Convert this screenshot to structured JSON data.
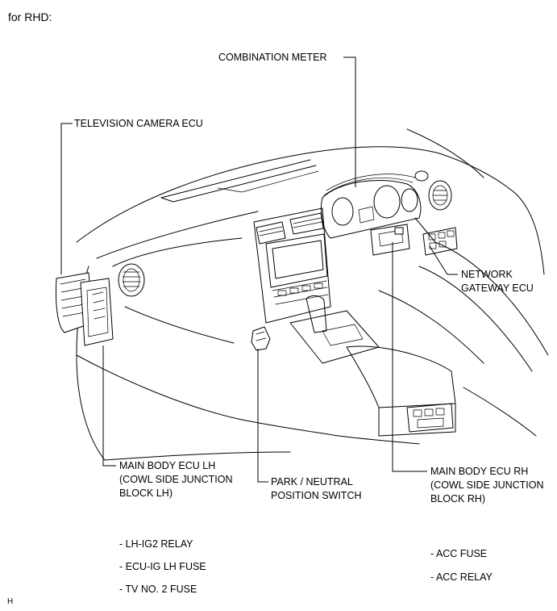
{
  "header": {
    "title": "for RHD:"
  },
  "labels": {
    "combination_meter": "COMBINATION METER",
    "television_camera_ecu": "TELEVISION CAMERA ECU",
    "network_gateway_ecu": [
      "NETWORK",
      "GATEWAY ECU"
    ],
    "main_body_ecu_lh": [
      "MAIN BODY ECU LH",
      "(COWL SIDE JUNCTION",
      "BLOCK LH)"
    ],
    "park_neutral_switch": [
      "PARK / NEUTRAL",
      "POSITION SWITCH"
    ],
    "main_body_ecu_rh": [
      "MAIN BODY ECU RH",
      "(COWL SIDE JUNCTION",
      "BLOCK RH)"
    ]
  },
  "lists": {
    "lh_items": [
      "- LH-IG2 RELAY",
      "- ECU-IG LH FUSE",
      "- TV NO. 2 FUSE"
    ],
    "rh_items": [
      "- ACC FUSE",
      "- ACC RELAY"
    ]
  },
  "footer": {
    "mark": "H"
  }
}
